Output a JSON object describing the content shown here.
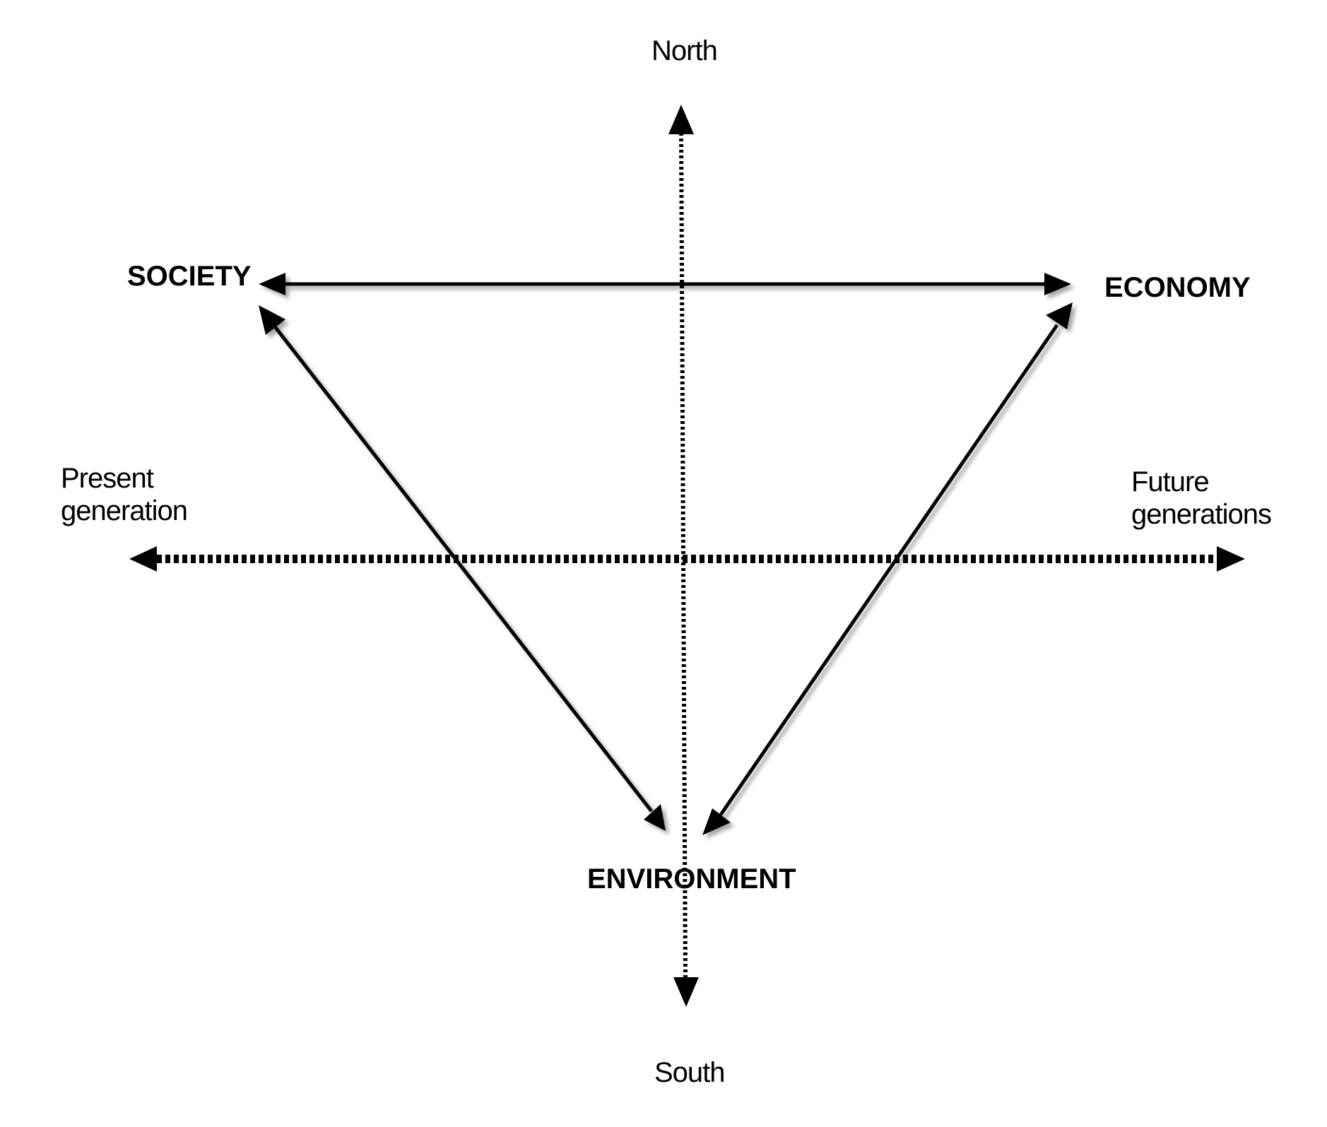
{
  "diagram": {
    "axes": {
      "vertical": {
        "top_label": "North",
        "bottom_label": "South"
      },
      "horizontal": {
        "left_label_line1": "Present",
        "left_label_line2": "generation",
        "right_label_line1": "Future",
        "right_label_line2": "generations"
      }
    },
    "nodes": {
      "society": "SOCIETY",
      "economy": "ECONOMY",
      "environment": "ENVIRONMENT"
    },
    "edges": [
      {
        "from": "society",
        "to": "economy",
        "style": "solid",
        "bidirectional": true
      },
      {
        "from": "society",
        "to": "environment",
        "style": "solid",
        "bidirectional": true
      },
      {
        "from": "economy",
        "to": "environment",
        "style": "solid",
        "bidirectional": true
      }
    ],
    "colors": {
      "ink": "#000000",
      "background": "#ffffff"
    }
  }
}
